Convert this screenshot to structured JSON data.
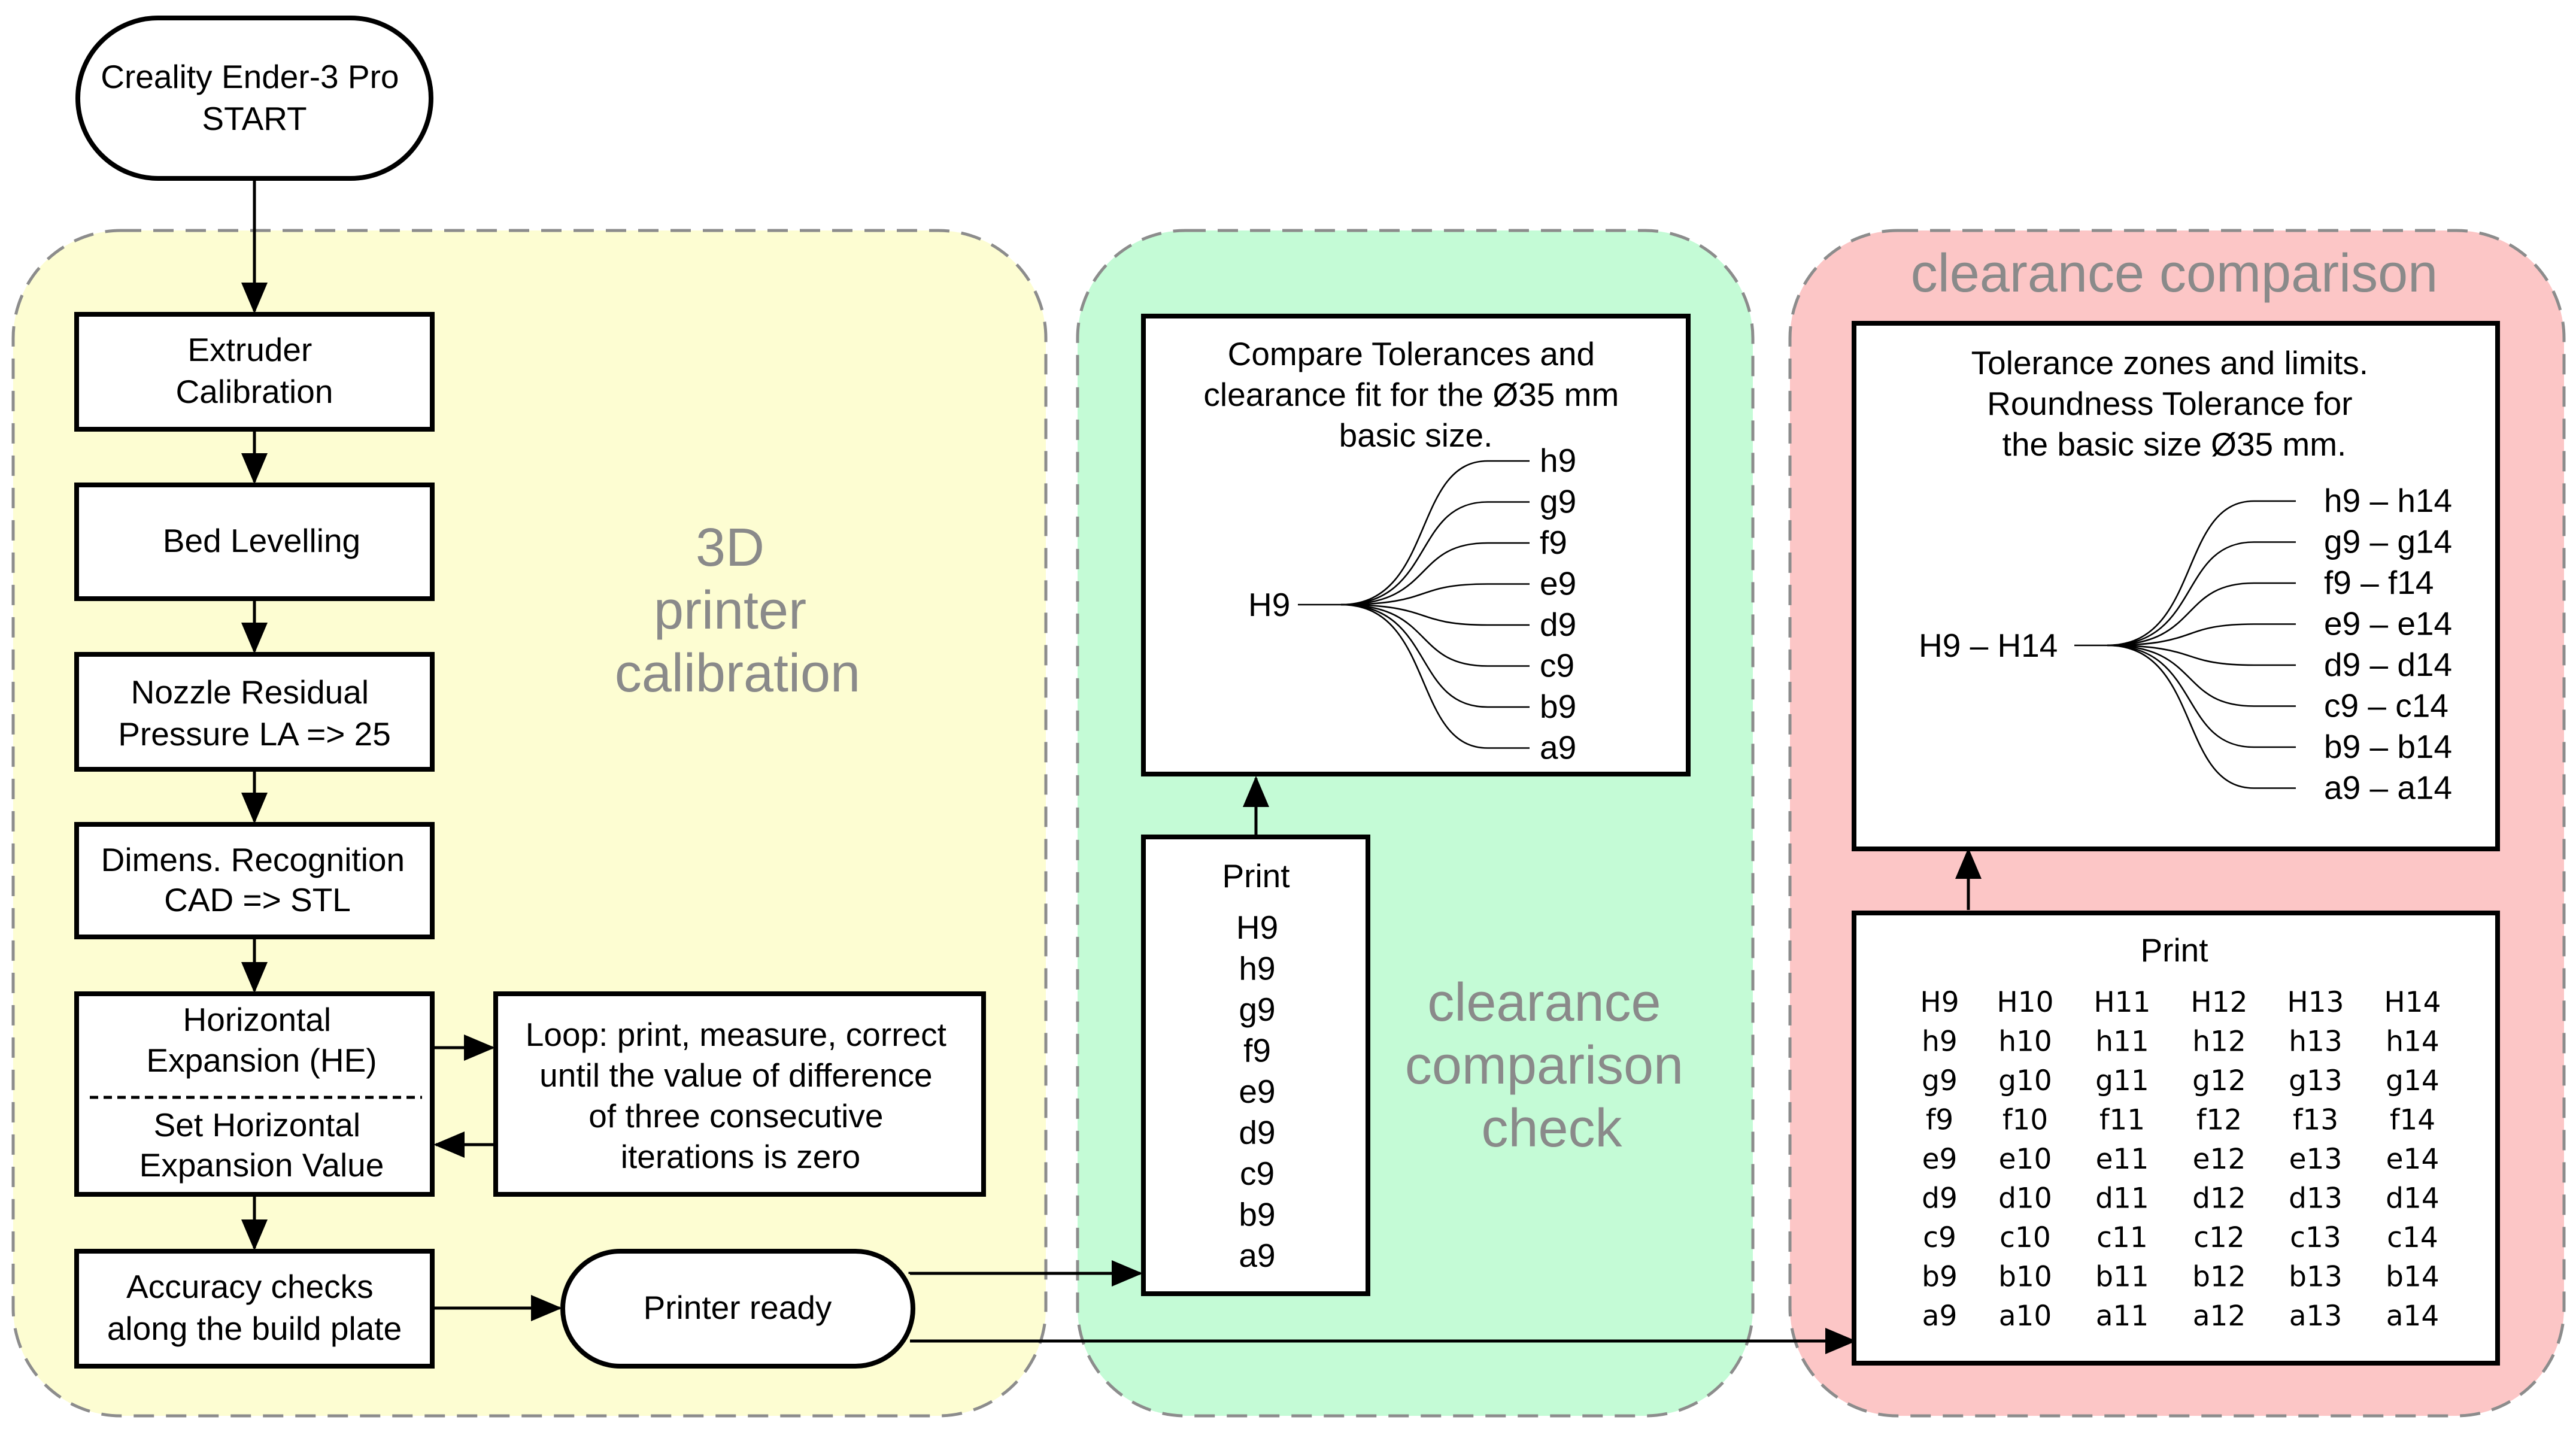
{
  "colors": {
    "calibration_fill": "#fdfdd2",
    "check_fill": "#c4fbd6",
    "comparison_fill": "#fcc6c6",
    "region_border": "#8c8c8c",
    "region_label": "#8a8a8a",
    "line": "#000000"
  },
  "regions": {
    "calibration": {
      "title": [
        "3D",
        "printer",
        "calibration"
      ]
    },
    "check": {
      "title": [
        "clearance",
        "comparison",
        "check"
      ]
    },
    "comparison": {
      "title": "clearance comparison"
    }
  },
  "flow": {
    "start": [
      "Creality Ender-3 Pro",
      "START"
    ],
    "extruder": [
      "Extruder",
      "Calibration"
    ],
    "bed": [
      "Bed Levelling"
    ],
    "nozzle": [
      "Nozzle Residual",
      "Pressure LA => 25"
    ],
    "dimens": [
      "Dimens. Recognition",
      "CAD => STL"
    ],
    "horizontal_top": [
      "Horizontal",
      "Expansion (HE)"
    ],
    "horizontal_bottom": [
      "Set Horizontal",
      "Expansion Value"
    ],
    "loop": [
      "Loop: print, measure, correct",
      "until the value of difference",
      "of three consecutive",
      "iterations is zero"
    ],
    "accuracy": [
      "Accuracy checks",
      "along the build plate"
    ],
    "ready": [
      "Printer ready"
    ]
  },
  "check": {
    "compare_title": [
      "Compare Tolerances and",
      "clearance fit for the Ø35 mm",
      "basic size."
    ],
    "root": "H9",
    "branches": [
      "h9",
      "g9",
      "f9",
      "e9",
      "d9",
      "c9",
      "b9",
      "a9"
    ],
    "print_title": "Print",
    "print_items": [
      "H9",
      "h9",
      "g9",
      "f9",
      "e9",
      "d9",
      "c9",
      "b9",
      "a9"
    ]
  },
  "comparison": {
    "zones_title": [
      "Tolerance zones and limits.",
      "Roundness Tolerance for",
      "the basic size Ø35 mm."
    ],
    "root": "H9 – H14",
    "branches": [
      "h9 – h14",
      "g9 – g14",
      "f9 –  f14",
      "e9 – e14",
      "d9 – d14",
      "c9 – c14",
      "b9 – b14",
      "a9 – a14"
    ],
    "print_title": "Print",
    "grid": [
      [
        "H9",
        "H10",
        "H11",
        "H12",
        "H13",
        "H14"
      ],
      [
        "h9",
        "h10",
        "h11",
        "h12",
        "h13",
        "h14"
      ],
      [
        "g9",
        "g10",
        "g11",
        "g12",
        "g13",
        "g14"
      ],
      [
        "f9",
        "f10",
        "f11",
        "f12",
        "f13",
        "f14"
      ],
      [
        "e9",
        "e10",
        "e11",
        "e12",
        "e13",
        "e14"
      ],
      [
        "d9",
        "d10",
        "d11",
        "d12",
        "d13",
        "d14"
      ],
      [
        "c9",
        "c10",
        "c11",
        "c12",
        "c13",
        "c14"
      ],
      [
        "b9",
        "b10",
        "b11",
        "b12",
        "b13",
        "b14"
      ],
      [
        "a9",
        "a10",
        "a11",
        "a12",
        "a13",
        "a14"
      ]
    ]
  }
}
